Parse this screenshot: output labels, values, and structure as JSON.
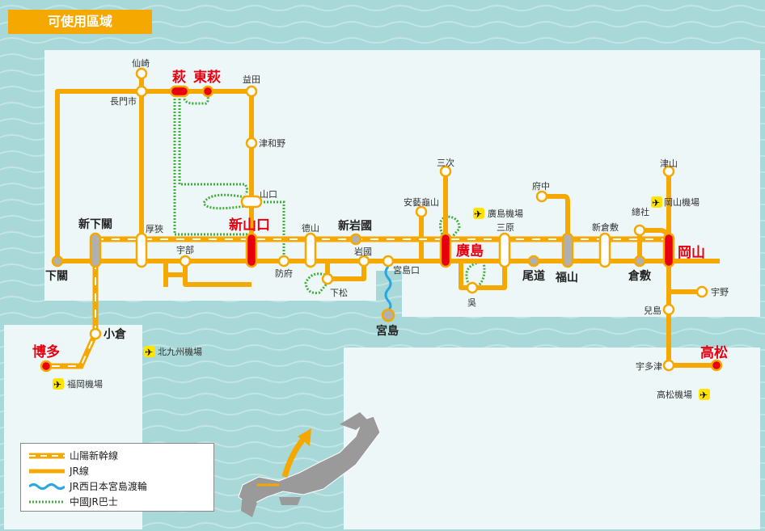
{
  "title": "可使用區域",
  "colors": {
    "sea": "#a8d8d8",
    "land": "#eef7f7",
    "jr_line": "#f5a800",
    "highlight": "#e60012",
    "major": "#b0b0b0",
    "ferry": "#2aa7df",
    "bus": "#3fae3a"
  },
  "stations": {
    "shimonoseki": "下關",
    "shin_shimonoseki": "新下關",
    "asa": "厚狹",
    "ube": "宇部",
    "shin_yamaguchi": "新山口",
    "hofu": "防府",
    "tokuyama": "德山",
    "shin_iwakuni": "新岩國",
    "iwakuni": "岩國",
    "kudamatsu": "下松",
    "miyajimaguchi": "宮島口",
    "miyajima": "宮島",
    "senzaki": "仙崎",
    "nagatoshi": "長門市",
    "hagi": "萩",
    "higashi_hagi": "東萩",
    "masuda": "益田",
    "tsuwano": "津和野",
    "yamaguchi": "山口",
    "miyoshi": "三次",
    "aki_kameyama": "安藝龜山",
    "hiroshima": "廣島",
    "kure": "吳",
    "mihara": "三原",
    "onomichi": "尾道",
    "fuchu": "府中",
    "fukuyama": "福山",
    "shin_kurashiki": "新倉敷",
    "soja": "總社",
    "kurashiki": "倉敷",
    "okayama": "岡山",
    "tsuyama": "津山",
    "uno": "宇野",
    "kojima": "兒島",
    "utazu": "宇多津",
    "takamatsu": "高松",
    "kokura": "小倉",
    "hakata": "博多"
  },
  "airports": {
    "hiroshima": "廣島機場",
    "okayama": "岡山機場",
    "kitakyushu": "北九州機場",
    "fukuoka": "福岡機場",
    "takamatsu": "高松機場"
  },
  "legend": [
    {
      "label": "山陽新幹線",
      "type": "shinkansen"
    },
    {
      "label": "JR線",
      "type": "jr"
    },
    {
      "label": "JR西日本宮島渡輪",
      "type": "ferry"
    },
    {
      "label": "中國JR巴士",
      "type": "bus"
    }
  ]
}
